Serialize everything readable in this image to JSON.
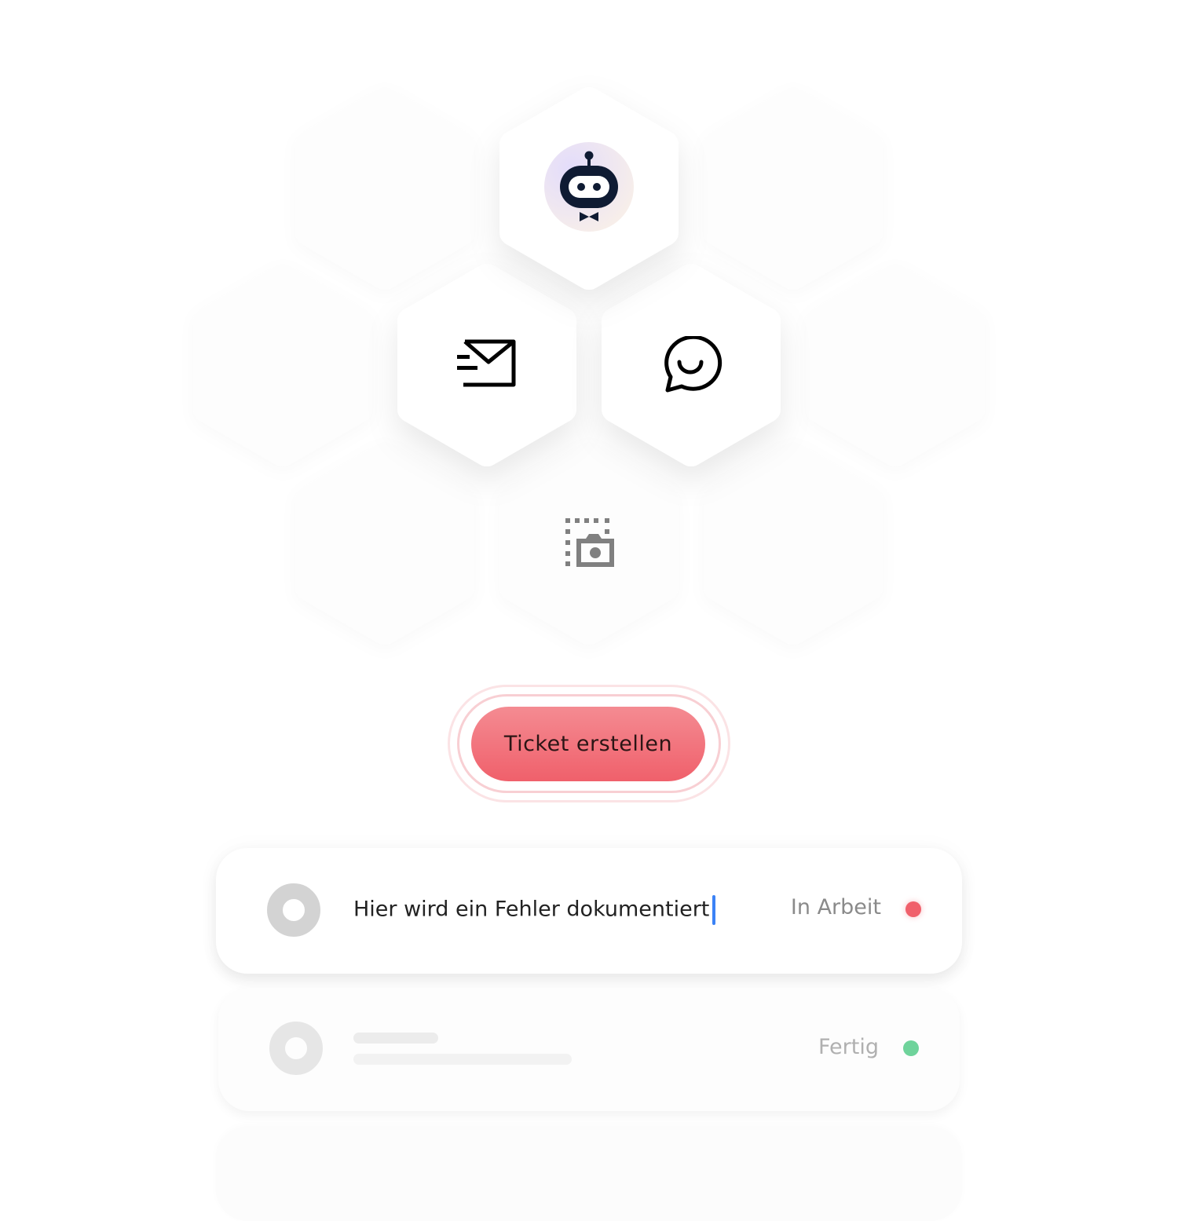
{
  "channels": {
    "items": [
      {
        "name": "chatbot",
        "icon": "robot-icon"
      },
      {
        "name": "email",
        "icon": "email-send-icon"
      },
      {
        "name": "chat",
        "icon": "chat-bubble-icon"
      },
      {
        "name": "screenshot",
        "icon": "screenshot-camera-icon"
      }
    ]
  },
  "cta": {
    "label": "Ticket erstellen",
    "color": "#f0606b"
  },
  "tickets": [
    {
      "title": "Hier wird ein Fehler dokumentiert",
      "status": "In Arbeit",
      "status_color": "#f0606b"
    },
    {
      "title": "",
      "status": "Fertig",
      "status_color": "#6fd39b"
    }
  ]
}
